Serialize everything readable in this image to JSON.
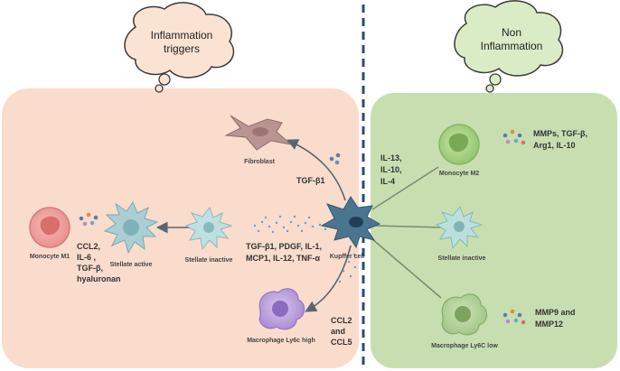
{
  "clouds": {
    "left": {
      "line1": "Inflammation",
      "line2": "triggers"
    },
    "right": {
      "line1": "Non",
      "line2": "Inflammation"
    }
  },
  "cells": {
    "fibroblast": "Fibroblast",
    "monocyte_m1": "Monocyte M1",
    "stellate_active": "Stellate active",
    "stellate_inactive_left": "Stellate inactive",
    "kupffer": "Kupffer cell",
    "macrophage_high": "Macrophage Ly6c high",
    "monocyte_m2": "Monocyte M2",
    "stellate_inactive_right": "Stellate inactive",
    "macrophage_low": "Macrophage Ly6C low"
  },
  "molecules": {
    "tgf_fibro": "TGF-β1",
    "m1": [
      "CCL2,",
      "IL-6 ,",
      "TGF-β,",
      "hyaluronan"
    ],
    "stellate": [
      "TGF-β1, PDGF, IL-1,",
      "MCP1, IL-12, TNF-α"
    ],
    "macrophage_high": [
      "CCL2",
      "and",
      "CCL5"
    ],
    "m2_input": [
      "IL-13,",
      "IL-10,",
      "IL-4"
    ],
    "m2_output": [
      "MMPs, TGF-β,",
      "Arg1, IL-10"
    ],
    "low_output": [
      "MMP9 and",
      "MMP12"
    ]
  },
  "colors": {
    "left_panel": "#f9dccc",
    "right_panel": "#c7dfb0",
    "divider": "#2b4a7a",
    "arrow": "#5a6470",
    "cloud_left": "#fbe3d4",
    "cloud_right": "#d9ecc6"
  }
}
